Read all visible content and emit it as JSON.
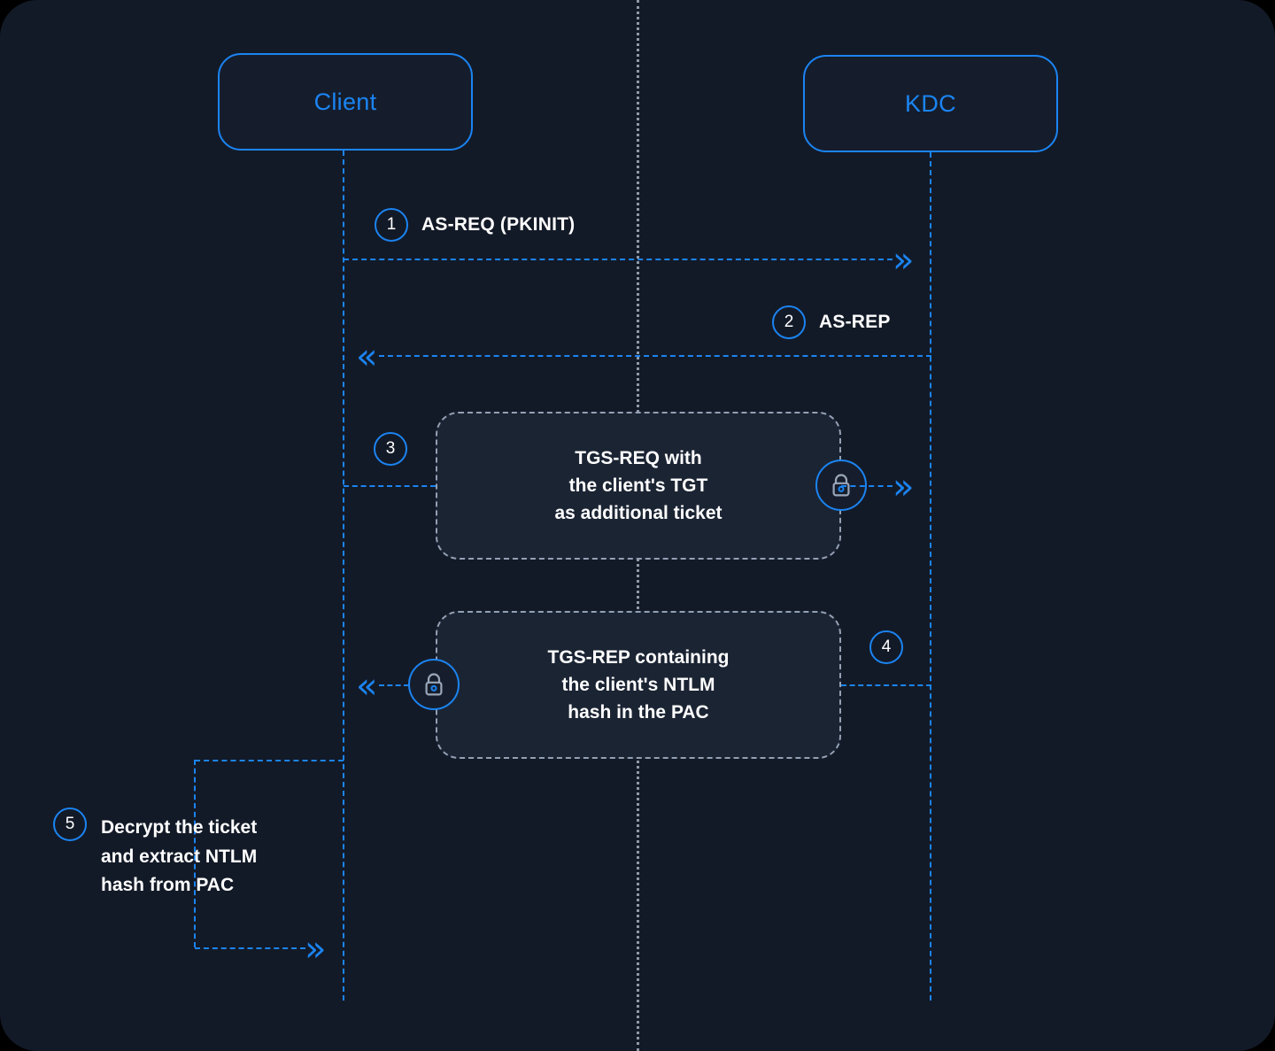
{
  "diagram": {
    "title": "Kerberos PKINIT / UnPAC-the-hash sequence",
    "colors": {
      "background": "#131a27",
      "accent": "#1b84f2",
      "box_fill": "#1b2433",
      "box_border": "#93a0b4",
      "text": "#ffffff",
      "center_guide": "#b9c4d4"
    }
  },
  "actors": [
    {
      "id": "client",
      "label": "Client"
    },
    {
      "id": "kdc",
      "label": "KDC"
    }
  ],
  "steps": [
    {
      "number": "1",
      "label": "AS-REQ (PKINIT)",
      "direction": "client-to-kdc",
      "arrow_icon": "double-chevron-right-icon",
      "boxed": false,
      "locked": false
    },
    {
      "number": "2",
      "label": "AS-REP",
      "direction": "kdc-to-client",
      "arrow_icon": "double-chevron-left-icon",
      "boxed": false,
      "locked": false
    },
    {
      "number": "3",
      "label": "TGS-REQ with\nthe client's TGT\nas additional ticket",
      "direction": "client-to-kdc",
      "arrow_icon": "double-chevron-right-icon",
      "boxed": true,
      "locked": true,
      "lock_icon": "padlock-icon"
    },
    {
      "number": "4",
      "label": "TGS-REP containing\nthe client's NTLM\nhash in the PAC",
      "direction": "kdc-to-client",
      "arrow_icon": "double-chevron-left-icon",
      "boxed": true,
      "locked": true,
      "lock_icon": "padlock-icon"
    },
    {
      "number": "5",
      "label": "Decrypt the ticket\nand extract NTLM\nhash from PAC",
      "direction": "client-self",
      "arrow_icon": "double-chevron-right-icon",
      "boxed": false,
      "locked": false
    }
  ],
  "glyphs": {
    "chevron_right": "»",
    "chevron_left": "«"
  }
}
